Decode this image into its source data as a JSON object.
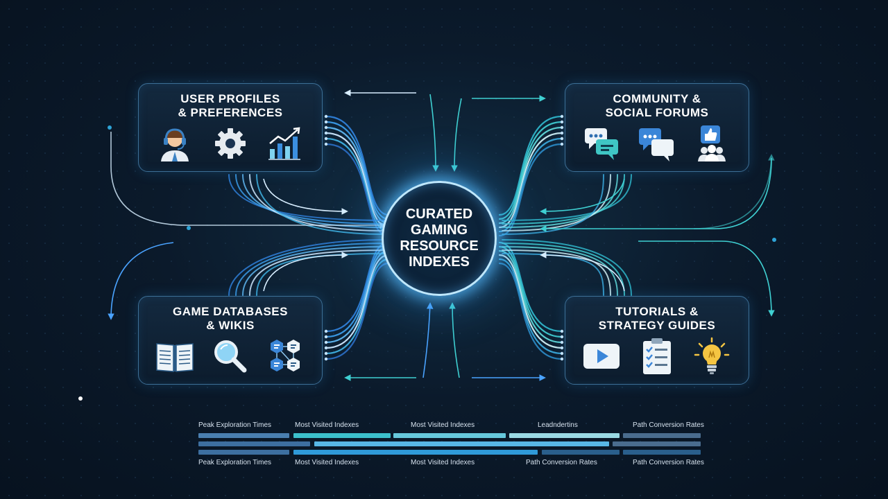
{
  "hub": {
    "title": "CURATED\nGAMING\nRESOURCE\nINDEXES"
  },
  "cards": {
    "user_profiles": {
      "title": "USER PROFILES\n& PREFERENCES",
      "icons": [
        "headset-user-icon",
        "gear-icon",
        "bar-chart-icon"
      ]
    },
    "community": {
      "title": "COMMUNITY &\nSOCIAL FORUMS",
      "icons": [
        "chat-bubbles-icon",
        "message-bubbles-icon",
        "thumbs-up-group-icon"
      ]
    },
    "game_databases": {
      "title": "GAME DATABASES\n& WIKIS",
      "icons": [
        "open-book-icon",
        "magnifier-icon",
        "hexagon-network-icon"
      ]
    },
    "tutorials": {
      "title": "TUTORIALS &\nSTRATEGY GUIDES",
      "icons": [
        "play-video-icon",
        "checklist-icon",
        "lightbulb-icon"
      ]
    }
  },
  "timeline": {
    "top_labels": [
      "Peak Exploration Times",
      "Most Visited Indexes",
      "Most Visited Indexes",
      "Leadndertins",
      "Path Conversion Rates"
    ],
    "bottom_labels": [
      "Peak Exploration Times",
      "Most Visited Indexes",
      "Most Visited Indexes",
      "Path Conversion Rates",
      "Path Conversion Rates"
    ]
  },
  "colors": {
    "accent_blue": "#3d8fe0",
    "accent_teal": "#36c3c9",
    "glow": "#bfe8ff",
    "background": "#0b1a2b"
  }
}
